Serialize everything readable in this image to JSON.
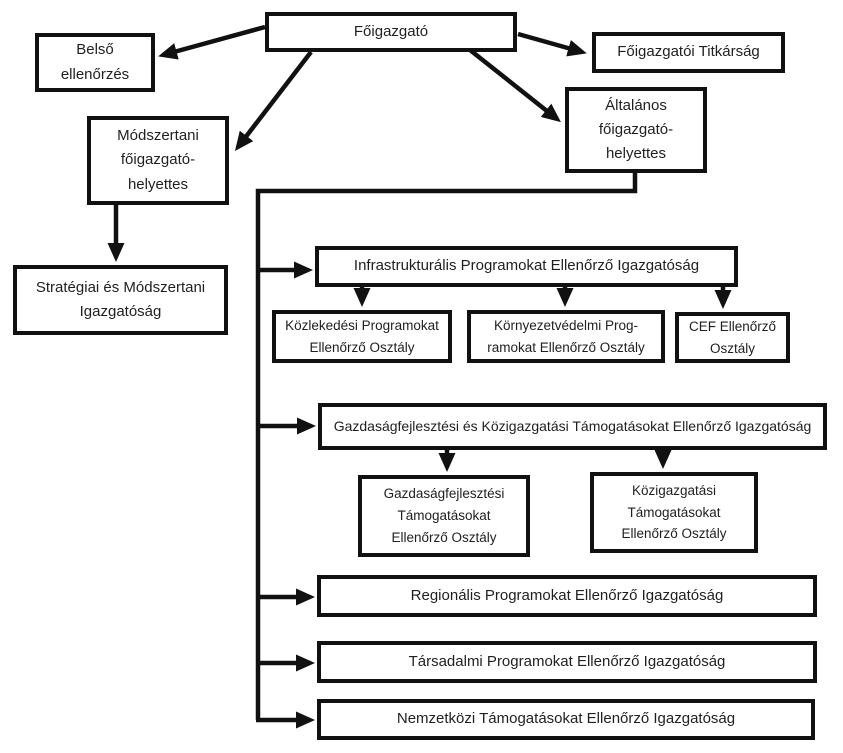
{
  "colors": {
    "line": "#111111",
    "text": "#1f1f1f",
    "background": "#ffffff"
  },
  "nodes": {
    "foigazgato": {
      "label": "Főigazgató"
    },
    "belso_ellenorzes": {
      "label": "Belső\nellenőrzés"
    },
    "foigazgatoi_titkarsag": {
      "label": "Főigazgatói Titkárság"
    },
    "modszertani_helyettes": {
      "label": "Módszertani\nfőigazgató-\nhelyettes"
    },
    "altalanos_helyettes": {
      "label": "Általános\nfőigazgató-\nhelyettes"
    },
    "strategiai_igazgatosag": {
      "label": "Stratégiai és Módszertani\nIgazgatóság"
    },
    "infrastrukturalis_igazgatosag": {
      "label": "Infrastrukturális Programokat Ellenőrző Igazgatóság"
    },
    "kozlekedesi_osztaly": {
      "label": "Közlekedési Programokat\nEllenőrző Osztály"
    },
    "kornyezetvedelmi_osztaly": {
      "label": "Környezetvédelmi Prog-\nramokat Ellenőrző Osztály"
    },
    "cef_osztaly": {
      "label": "CEF Ellenőrző\nOsztály"
    },
    "gazdasagfejlesztesi_igazgatosag": {
      "label": "Gazdaságfejlesztési és Közigazgatási Támogatásokat Ellenőrző Igazgatóság"
    },
    "gazdasagfejlesztesi_osztaly": {
      "label": "Gazdaságfejlesztési\nTámogatásokat\nEllenőrző Osztály"
    },
    "kozigazgatasi_osztaly": {
      "label": "Közigazgatási\nTámogatásokat\nEllenőrző Osztály"
    },
    "regionalis_igazgatosag": {
      "label": "Regionális Programokat Ellenőrző Igazgatóság"
    },
    "tarsadalmi_igazgatosag": {
      "label": "Társadalmi Programokat Ellenőrző Igazgatóság"
    },
    "nemzetkozi_igazgatosag": {
      "label": "Nemzetközi Támogatásokat Ellenőrző Igazgatóság"
    }
  }
}
